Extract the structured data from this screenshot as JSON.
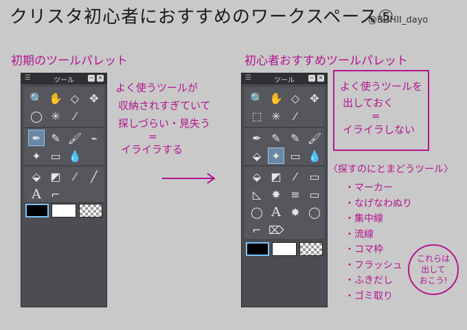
{
  "title": "クリスタ初心者におすすめのワークスペース⑤",
  "handle": "@BUHII_dayo",
  "left_section": {
    "label": "初期のツールパレット",
    "panel_title": "ツール",
    "note_lines": [
      "よく使うツールが",
      "収納されすぎていて",
      "探しづらい・見失う",
      "=",
      "イライラする"
    ]
  },
  "right_section": {
    "label": "初心者おすすめツールパレット",
    "panel_title": "ツール",
    "box_lines": [
      "よく使うツールを",
      "出しておく",
      "=",
      "イライラしない"
    ],
    "list_title": "〈探すのにとまどうツール〉",
    "list_items": [
      "・マーカー",
      "・なげなわぬり",
      "・集中線",
      "・流線",
      "・コマ枠",
      "・フラッシュ",
      "・ふきだし",
      "・ゴミ取り"
    ],
    "bubble_lines": [
      "これらは",
      "出して",
      "おこう!"
    ]
  },
  "titlebar_buttons": {
    "minimize": "−",
    "close": "✕"
  },
  "icons": {
    "zoom": "🔍",
    "hand": "✋",
    "object": "◇",
    "move": "✥",
    "lasso": "◯",
    "select": "⬚",
    "magic": "✳",
    "eyedrop": "⁄",
    "pen": "✒",
    "pencil": "✎",
    "brush": "🖌",
    "airbrush": "⌁",
    "deco": "✦",
    "eraser": "▭",
    "fill": "💧",
    "bucket": "⬙",
    "gradient": "◩",
    "figure": "⁄",
    "line": "╱",
    "ruler": "◺",
    "text": "A",
    "balloon": "⌐",
    "burst": "✸",
    "lines": "≡",
    "frame": "▭",
    "speech": "◯",
    "cleanup": "⌦"
  },
  "colors": {
    "accent": "#b4138f",
    "panel": "#4c4d52",
    "selected": "#6a87a5"
  }
}
